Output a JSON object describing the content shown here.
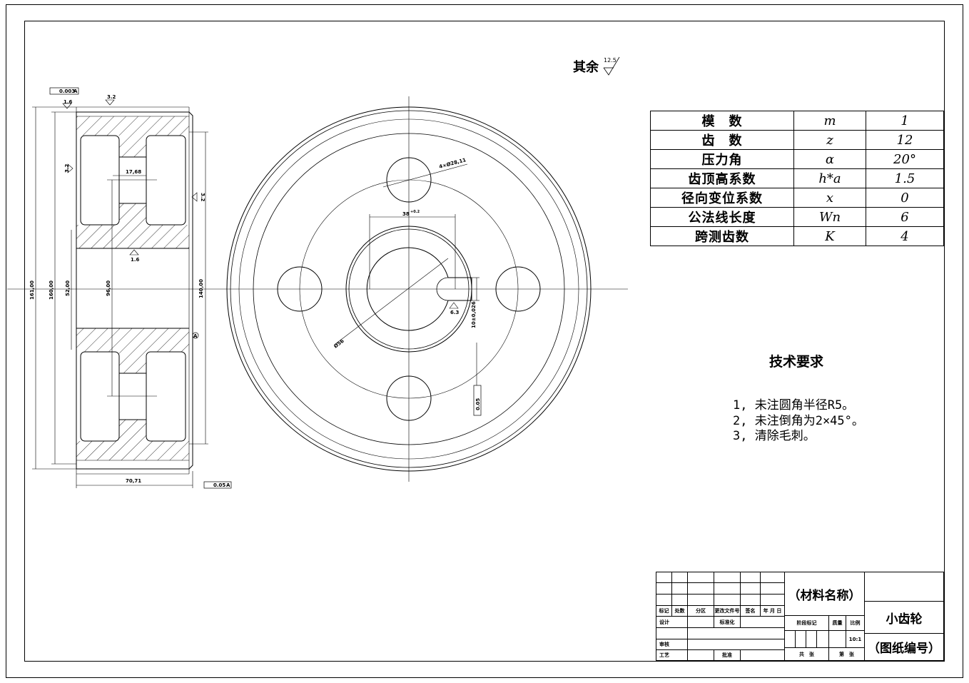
{
  "rest_roughness": {
    "label": "其余",
    "value": "12.5"
  },
  "params": [
    {
      "name": "模　数",
      "symbol": "m",
      "value": "1"
    },
    {
      "name": "齿　数",
      "symbol": "z",
      "value": "12"
    },
    {
      "name": "压力角",
      "symbol": "α",
      "value": "20°"
    },
    {
      "name": "齿顶高系数",
      "symbol": "h*a",
      "value": "1.5"
    },
    {
      "name": "径向变位系数",
      "symbol": "x",
      "value": "0"
    },
    {
      "name": "公法线长度",
      "symbol": "Wn",
      "value": "6"
    },
    {
      "name": "跨测齿数",
      "symbol": "K",
      "value": "4"
    }
  ],
  "tech_requirements": {
    "title": "技术要求",
    "items": [
      "1, 未注圆角半径R5。",
      "2, 未注倒角为2×45°。",
      "3, 清除毛刺。"
    ]
  },
  "dimensions": {
    "d161": "161,00",
    "d160": "160,00",
    "d52": "52,00",
    "d96": "96,00",
    "d140": "140,00",
    "d17": "17,68",
    "d70": "70,71",
    "holes": "4×Ø28,11",
    "bore": "Ø56",
    "keyw": "38",
    "keyw_tol": "+0.2",
    "key10": "10±0,026",
    "r16a": "1.6",
    "r32a": "3.2",
    "r32b": "3.2",
    "r16b": "1.6",
    "r32c": "3.2",
    "r63": "6.3",
    "tol_top": "0.003",
    "tol_bottom": "0.05",
    "datum": "A",
    "sym_tol": "0.05"
  },
  "title_block": {
    "material": "（材料名称）",
    "part_name": "小齿轮",
    "drawing_no": "（图纸编号）",
    "scale": "10:1",
    "labels": {
      "mark": "标记",
      "count": "处数",
      "zone": "分区",
      "doc": "更改文件号",
      "sign": "签名",
      "date": "年 月 日",
      "design": "设计",
      "std": "标准化",
      "stage": "阶段标记",
      "mass": "质量",
      "ratio": "比例",
      "check": "审核",
      "process": "工艺",
      "approve": "批准",
      "total": "共　张",
      "sheet": "第　张"
    }
  }
}
